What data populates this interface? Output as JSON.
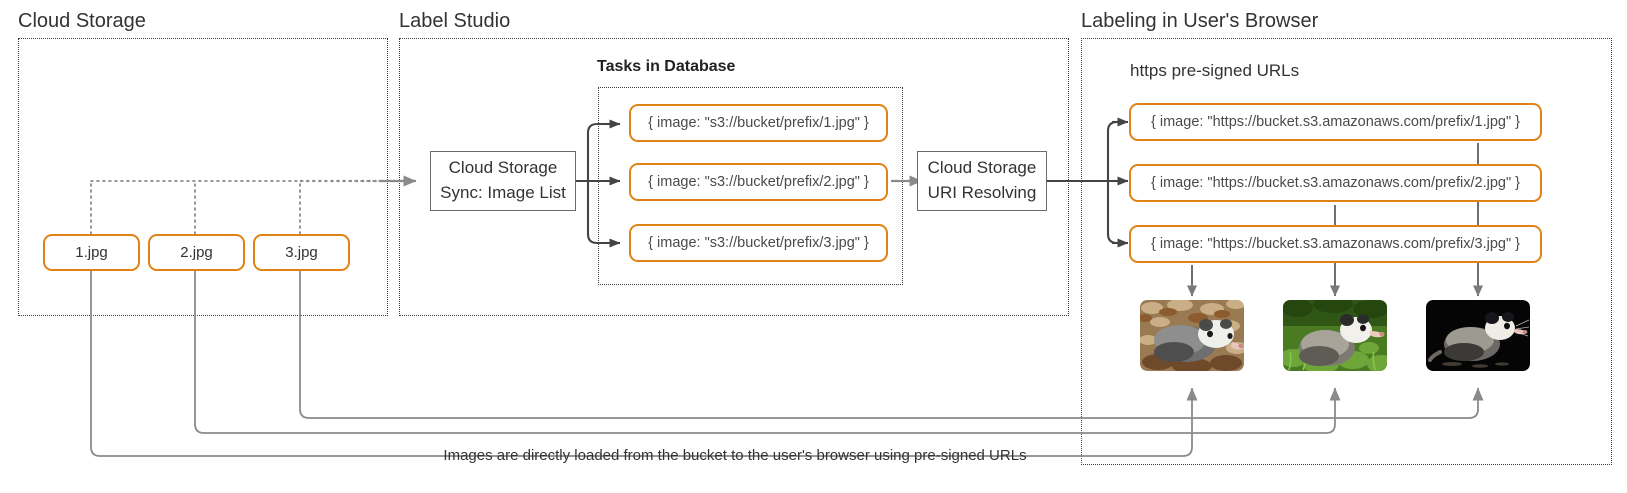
{
  "diagram": {
    "title": "Cloud storage pre-signed URL labeling flow",
    "accent_color": "#E08214",
    "line_color": "#7f7f7f",
    "arrow_color": "#4d4d4d",
    "text_color": "#333333"
  },
  "groups": {
    "cloud_storage": {
      "label": "Cloud Storage"
    },
    "label_studio": {
      "label": "Label Studio"
    },
    "browser": {
      "label": "Labeling in User's Browser"
    }
  },
  "cloud_storage": {
    "files": [
      {
        "name": "1.jpg"
      },
      {
        "name": "2.jpg"
      },
      {
        "name": "3.jpg"
      }
    ]
  },
  "label_studio": {
    "sync_box": {
      "line1": "Cloud Storage",
      "line2": "Sync: Image List"
    },
    "tasks_title": "Tasks in Database",
    "tasks": [
      {
        "text": "{ image: \"s3://bucket/prefix/1.jpg\" }"
      },
      {
        "text": "{ image: \"s3://bucket/prefix/2.jpg\" }"
      },
      {
        "text": "{ image: \"s3://bucket/prefix/3.jpg\" }"
      }
    ],
    "resolve_box": {
      "line1": "Cloud Storage",
      "line2": "URI Resolving"
    }
  },
  "browser": {
    "urls_title": "https pre-signed URLs",
    "urls": [
      {
        "text": "{ image: \"https://bucket.s3.amazonaws.com/prefix/1.jpg\" }"
      },
      {
        "text": "{ image: \"https://bucket.s3.amazonaws.com/prefix/2.jpg\" }"
      },
      {
        "text": "{ image: \"https://bucket.s3.amazonaws.com/prefix/3.jpg\" }"
      }
    ],
    "thumbnails": [
      {
        "alt": "opossum-on-leaf-litter"
      },
      {
        "alt": "opossum-in-green-grass"
      },
      {
        "alt": "opossum-on-black-background"
      }
    ]
  },
  "footer": {
    "caption": "Images are directly loaded from the bucket to the user's browser using pre-signed URLs"
  }
}
